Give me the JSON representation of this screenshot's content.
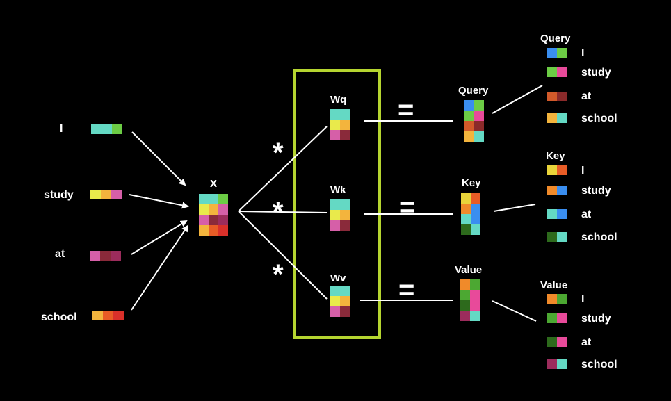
{
  "colors": {
    "background": "#000000",
    "highlight_box": "#b5d530",
    "line": "#ffffff"
  },
  "inputs": [
    {
      "word": "I",
      "cells": [
        "#64d9c4",
        "#64d9c4",
        "#6ccc45"
      ]
    },
    {
      "word": "study",
      "cells": [
        "#e9ea4b",
        "#f3b43d",
        "#d65fa8"
      ]
    },
    {
      "word": "at",
      "cells": [
        "#d65fa8",
        "#8a2a3a",
        "#9c2c5c"
      ]
    },
    {
      "word": "school",
      "cells": [
        "#f3b43d",
        "#e85c26",
        "#d9302a"
      ]
    }
  ],
  "x_matrix": {
    "label": "X",
    "cells": [
      [
        "#64d9c4",
        "#64d9c4",
        "#6ccc45"
      ],
      [
        "#e9ea4b",
        "#f3b43d",
        "#d65fa8"
      ],
      [
        "#d65fa8",
        "#8a2a3a",
        "#9c2c5c"
      ],
      [
        "#f3b43d",
        "#e85c26",
        "#d9302a"
      ]
    ]
  },
  "multiply_symbol": "*",
  "equals_symbol": "=",
  "weights": [
    {
      "label": "Wq",
      "cells": [
        [
          "#64d9c4",
          "#64d9c4"
        ],
        [
          "#e9ea4b",
          "#f3b43d"
        ],
        [
          "#d65fa8",
          "#8a2a3a"
        ]
      ]
    },
    {
      "label": "Wk",
      "cells": [
        [
          "#64d9c4",
          "#64d9c4"
        ],
        [
          "#e9ea4b",
          "#f3b43d"
        ],
        [
          "#d65fa8",
          "#8a2a3a"
        ]
      ]
    },
    {
      "label": "Wv",
      "cells": [
        [
          "#64d9c4",
          "#64d9c4"
        ],
        [
          "#e9ea4b",
          "#f3b43d"
        ],
        [
          "#d65fa8",
          "#8a2a3a"
        ]
      ]
    }
  ],
  "results": [
    {
      "label": "Query",
      "cells": [
        [
          "#3a8ef0",
          "#6ccc45"
        ],
        [
          "#6ccc45",
          "#e84a9a"
        ],
        [
          "#d25a2a",
          "#8a2a2a"
        ],
        [
          "#f3b43d",
          "#64d9c4"
        ]
      ]
    },
    {
      "label": "Key",
      "cells": [
        [
          "#e9d43a",
          "#e85c26"
        ],
        [
          "#f08a2a",
          "#3a8ef0"
        ],
        [
          "#64d9c4",
          "#3a8ef0"
        ],
        [
          "#2d6a1c",
          "#64d9c4"
        ]
      ]
    },
    {
      "label": "Value",
      "cells": [
        [
          "#f08a2a",
          "#4ca832"
        ],
        [
          "#4ca832",
          "#e84a9a"
        ],
        [
          "#2d6a1c",
          "#e84a9a"
        ],
        [
          "#9c2c5c",
          "#64d9c4"
        ]
      ]
    }
  ],
  "breakdowns": [
    {
      "title": "Query",
      "rows": [
        {
          "word": "I",
          "cells": [
            "#3a8ef0",
            "#6ccc45"
          ]
        },
        {
          "word": "study",
          "cells": [
            "#6ccc45",
            "#e84a9a"
          ]
        },
        {
          "word": "at",
          "cells": [
            "#d25a2a",
            "#8a2a2a"
          ]
        },
        {
          "word": "school",
          "cells": [
            "#f3b43d",
            "#64d9c4"
          ]
        }
      ]
    },
    {
      "title": "Key",
      "rows": [
        {
          "word": "I",
          "cells": [
            "#e9d43a",
            "#e85c26"
          ]
        },
        {
          "word": "study",
          "cells": [
            "#f08a2a",
            "#3a8ef0"
          ]
        },
        {
          "word": "at",
          "cells": [
            "#64d9c4",
            "#3a8ef0"
          ]
        },
        {
          "word": "school",
          "cells": [
            "#2d6a1c",
            "#64d9c4"
          ]
        }
      ]
    },
    {
      "title": "Value",
      "rows": [
        {
          "word": "I",
          "cells": [
            "#f08a2a",
            "#4ca832"
          ]
        },
        {
          "word": "study",
          "cells": [
            "#4ca832",
            "#e84a9a"
          ]
        },
        {
          "word": "at",
          "cells": [
            "#2d6a1c",
            "#e84a9a"
          ]
        },
        {
          "word": "school",
          "cells": [
            "#9c2c5c",
            "#64d9c4"
          ]
        }
      ]
    }
  ]
}
